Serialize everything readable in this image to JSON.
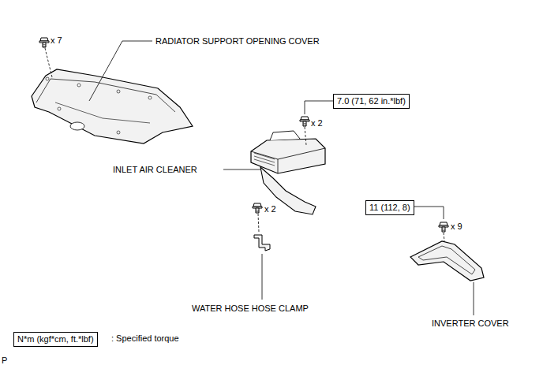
{
  "diagram": {
    "nodes": [
      {
        "text": [
          "7.0 (71, 62 in.*lbf)"
        ]
      },
      {
        "text": [
          "11 (112, 8)"
        ]
      },
      {
        "text": [
          "N*m (kgf*cm, ft.*lbf)"
        ]
      }
    ],
    "labels": [
      "x 7",
      "RADIATOR SUPPORT OPENING COVER",
      "x 2",
      "INLET AIR CLEANER",
      "x 2",
      "WATER HOSE HOSE CLAMP",
      "x 9",
      "INVERTER COVER",
      ": Specified torque",
      "P"
    ]
  }
}
